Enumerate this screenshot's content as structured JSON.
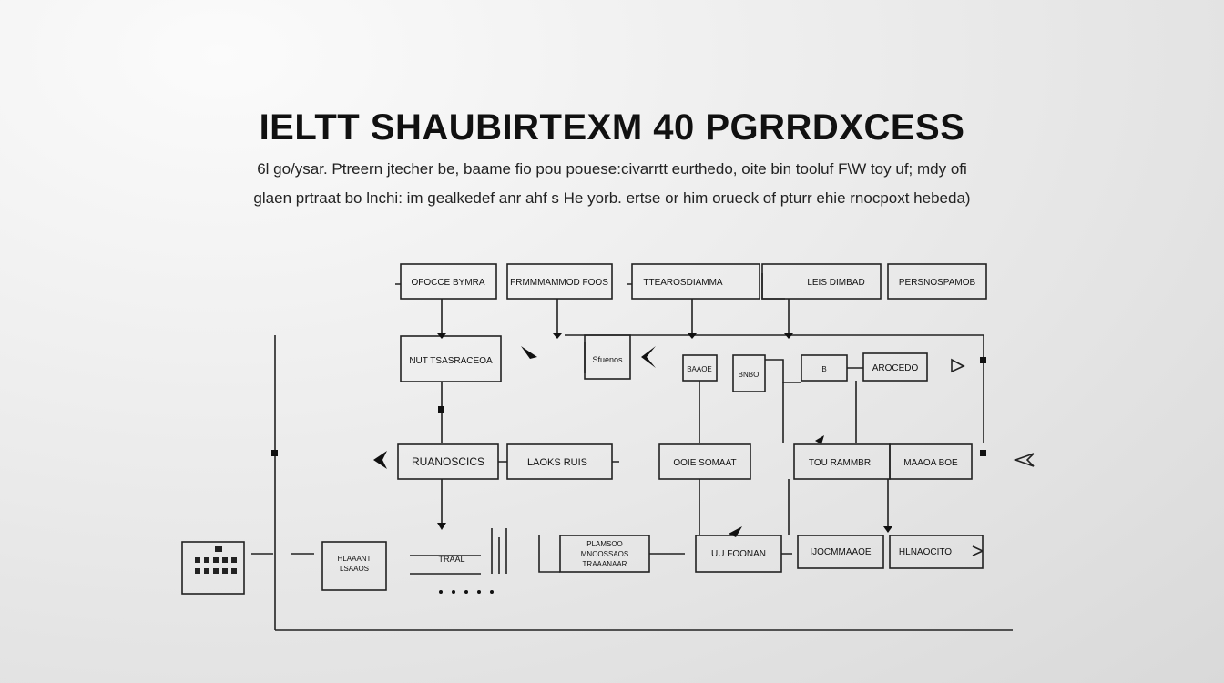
{
  "title": "IELTT SHAUBIRTEXM 40 PGRRDXCESS",
  "subtitle_lines": [
    "6l go/ysar. Ptreern jtecher be, baame fio pou pouese:civarrtt eurthedo, oite bin tooluf F\\W toy uf; mdy ofi",
    "glaen prtraat bo lnchi: im gealkedef anr ahf s He yorb. ertse or him orueck of pturr ehie rnocpoxt hebeda)"
  ],
  "nodes": [
    {
      "id": "n1",
      "label": "OFOCCE BYMRA"
    },
    {
      "id": "n2",
      "label": "FRMMMAMMOD FOOS"
    },
    {
      "id": "n3",
      "label": "TTEAROSDIAMMA"
    },
    {
      "id": "n4",
      "label": "LEIS DIMBAD"
    },
    {
      "id": "n5",
      "label": "PERSNOSPAMOB"
    },
    {
      "id": "n6",
      "label": "NUT TSASRACEOA"
    },
    {
      "id": "n7",
      "label": "Sfuenos"
    },
    {
      "id": "n8",
      "label": "BAAOE"
    },
    {
      "id": "n9",
      "label": "BNBO"
    },
    {
      "id": "n10",
      "label": "B"
    },
    {
      "id": "n11",
      "label": "AROCEDO"
    },
    {
      "id": "n12",
      "label": "RUANOSCICS"
    },
    {
      "id": "n13",
      "label": "LAOKS RUIS"
    },
    {
      "id": "n14",
      "label": "OOIE SOMAAT"
    },
    {
      "id": "n15",
      "label": "TOU RAMMBR"
    },
    {
      "id": "n16",
      "label": "MAAOA BOE"
    },
    {
      "id": "n17",
      "label": "HLAAANT\nLSAAOS"
    },
    {
      "id": "n18",
      "label": "TRAAL"
    },
    {
      "id": "n19",
      "label": "PLAMSOO\nMNOOSSAOS\nTRAAANAAR"
    },
    {
      "id": "n20",
      "label": "UU FOONAN"
    },
    {
      "id": "n21",
      "label": "IJOCMMAAOE"
    },
    {
      "id": "n22",
      "label": "HLNAOCITO"
    }
  ]
}
